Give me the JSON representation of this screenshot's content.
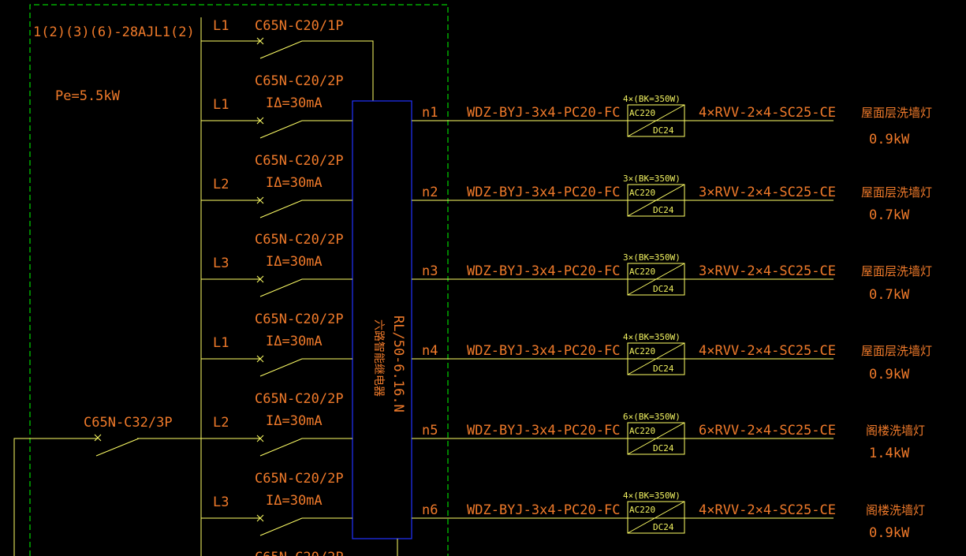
{
  "panel": {
    "id": "1(2)(3)(6)-28AJL1(2)",
    "power": "Pe=5.5kW",
    "main_breaker": "C65N-C32/3P"
  },
  "first_circuit": {
    "phase": "L1",
    "breaker": "C65N-C20/1P"
  },
  "controller": {
    "name": "六路智能继电器",
    "model": "RL/50-6.16.N"
  },
  "rcd_label": "IΔ=30mA",
  "branch_breaker": "C65N-C20/2P",
  "circuits": [
    {
      "phase": "L1",
      "node": "n1",
      "feeder": "WDZ-BYJ-3x4-PC20-FC",
      "ballast_qty": "4×(BK=350W)",
      "ac": "AC220",
      "dc": "DC24",
      "cable": "4×RVV-2×4-SC25-CE",
      "load_name": "屋面层洗墙灯",
      "load_power": "0.9kW"
    },
    {
      "phase": "L2",
      "node": "n2",
      "feeder": "WDZ-BYJ-3x4-PC20-FC",
      "ballast_qty": "3×(BK=350W)",
      "ac": "AC220",
      "dc": "DC24",
      "cable": "3×RVV-2×4-SC25-CE",
      "load_name": "屋面层洗墙灯",
      "load_power": "0.7kW"
    },
    {
      "phase": "L3",
      "node": "n3",
      "feeder": "WDZ-BYJ-3x4-PC20-FC",
      "ballast_qty": "3×(BK=350W)",
      "ac": "AC220",
      "dc": "DC24",
      "cable": "3×RVV-2×4-SC25-CE",
      "load_name": "屋面层洗墙灯",
      "load_power": "0.7kW"
    },
    {
      "phase": "L1",
      "node": "n4",
      "feeder": "WDZ-BYJ-3x4-PC20-FC",
      "ballast_qty": "4×(BK=350W)",
      "ac": "AC220",
      "dc": "DC24",
      "cable": "4×RVV-2×4-SC25-CE",
      "load_name": "屋面层洗墙灯",
      "load_power": "0.9kW"
    },
    {
      "phase": "L2",
      "node": "n5",
      "feeder": "WDZ-BYJ-3x4-PC20-FC",
      "ballast_qty": "6×(BK=350W)",
      "ac": "AC220",
      "dc": "DC24",
      "cable": "6×RVV-2×4-SC25-CE",
      "load_name": "阁楼洗墙灯",
      "load_power": "1.4kW"
    },
    {
      "phase": "L3",
      "node": "n6",
      "feeder": "WDZ-BYJ-3x4-PC20-FC",
      "ballast_qty": "4×(BK=350W)",
      "ac": "AC220",
      "dc": "DC24",
      "cable": "4×RVV-2×4-SC25-CE",
      "load_name": "阁楼洗墙灯",
      "load_power": "0.9kW"
    }
  ],
  "next_breaker_partial": "C65N-C20/2P"
}
